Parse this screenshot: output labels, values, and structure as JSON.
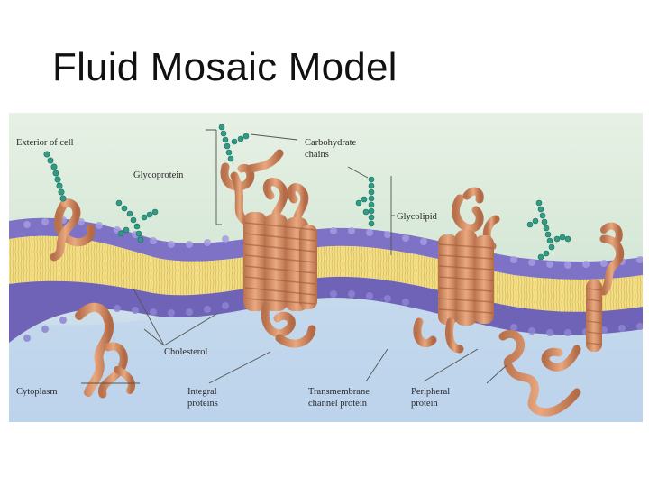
{
  "slide": {
    "title": "Fluid Mosaic Model"
  },
  "figure": {
    "labels": {
      "exterior": "Exterior of cell",
      "glycoprotein": "Glycoprotein",
      "carbohydrate_line1": "Carbohydrate",
      "carbohydrate_line2": "chains",
      "glycolipid": "Glycolipid",
      "cholesterol": "Cholesterol",
      "cytoplasm": "Cytoplasm",
      "integral_line1": "Integral",
      "integral_line2": "proteins",
      "transmembrane_line1": "Transmembrane",
      "transmembrane_line2": "channel protein",
      "peripheral_line1": "Peripheral",
      "peripheral_line2": "protein"
    },
    "colors": {
      "exterior_bg": "#dcecd9",
      "cytoplasm_bg": "#c9dbef",
      "phosphate_head": "#7f74c4",
      "lipid_tail": "#f1dc85",
      "protein": "#d9936a",
      "carbohydrate": "#2f9c86",
      "label_line": "#555555"
    }
  }
}
